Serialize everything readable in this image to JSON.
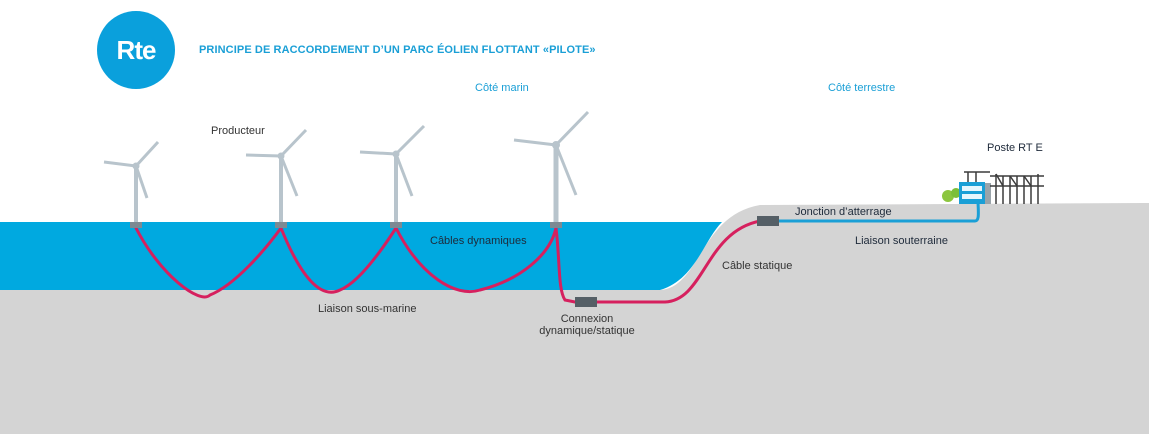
{
  "logo": {
    "text": "Rte"
  },
  "title": "PRINCIPE DE RACCORDEMENT D’UN PARC ÉOLIEN FLOTTANT «PILOTE»",
  "sides": {
    "marine": "Côté marin",
    "land": "Côté terrestre"
  },
  "labels": {
    "producer": "Producteur",
    "dynamic_cables": "Câbles dynamiques",
    "subsea_link": "Liaison sous-marine",
    "connection_line1": "Connexion",
    "connection_line2": "dynamique/statique",
    "static_cable": "Câble statique",
    "landing_junction": "Jonction d’atterrage",
    "underground_link": "Liaison souterraine",
    "rte_station": "Poste RT E"
  },
  "colors": {
    "sea": "#00a9e0",
    "seabed": "#d4d4d4",
    "cable_dynamic": "#d6205e",
    "cable_underground": "#1a9fd6",
    "turbine": "#b8c4cc",
    "brand": "#0aa0dc"
  },
  "icons": {
    "turbine": "wind-turbine-icon",
    "junction": "cable-junction-box-icon",
    "station": "substation-icon"
  }
}
